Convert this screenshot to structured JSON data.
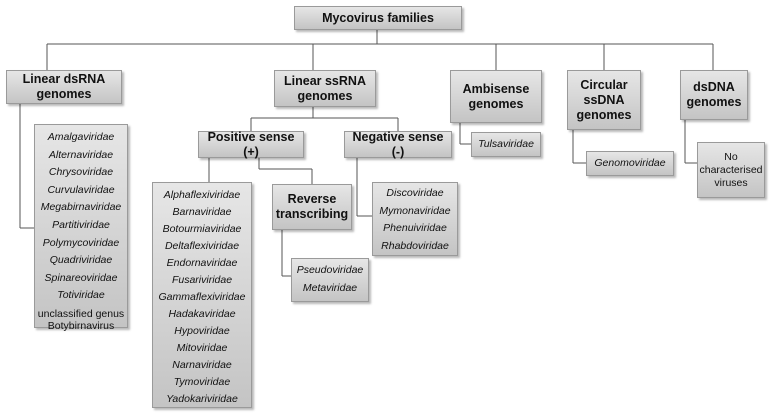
{
  "root": {
    "title": "Mycovirus families"
  },
  "categories": {
    "linear_dsrna": {
      "title_l1": "Linear dsRNA",
      "title_l2": "genomes",
      "families": [
        "Amalgaviridae",
        "Alternaviridae",
        "Chrysoviridae",
        "Curvulaviridae",
        "Megabirnaviridae",
        "Partitiviridae",
        "Polymycoviridae",
        "Quadriviridae",
        "Spinareoviridae",
        "Totiviridae"
      ],
      "unclassified_l1": "unclassified genus",
      "unclassified_l2": "Botybirnavirus"
    },
    "linear_ssrna": {
      "title_l1": "Linear ssRNA",
      "title_l2": "genomes",
      "positive": {
        "title": "Positive sense (+)",
        "families": [
          "Alphaflexiviridae",
          "Barnaviridae",
          "Botourmiaviridae",
          "Deltaflexiviridae",
          "Endornaviridae",
          "Fusariviridae",
          "Gammaflexiviridae",
          "Hadakaviridae",
          "Hypoviridae",
          "Mitoviridae",
          "Narnaviridae",
          "Tymoviridae",
          "Yadokariviridae"
        ],
        "reverse": {
          "title_l1": "Reverse",
          "title_l2": "transcribing",
          "families": [
            "Pseudoviridae",
            "Metaviridae"
          ]
        }
      },
      "negative": {
        "title": "Negative sense (-)",
        "families": [
          "Discoviridae",
          "Mymonaviridae",
          "Phenuiviridae",
          "Rhabdoviridae"
        ]
      }
    },
    "ambisense": {
      "title_l1": "Ambisense",
      "title_l2": "genomes",
      "families": [
        "Tulsaviridae"
      ]
    },
    "circular_ssdna": {
      "title_l1": "Circular",
      "title_l2": "ssDNA",
      "title_l3": "genomes",
      "families": [
        "Genomoviridae"
      ]
    },
    "dsdna": {
      "title_l1": "dsDNA",
      "title_l2": "genomes",
      "note_l1": "No",
      "note_l2": "characterised",
      "note_l3": "viruses"
    }
  }
}
